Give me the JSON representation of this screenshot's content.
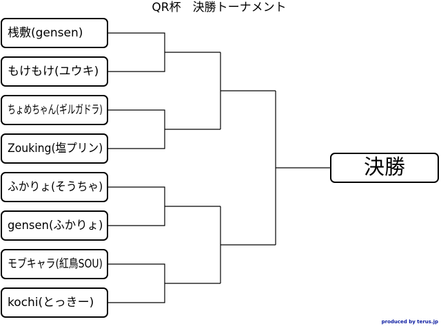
{
  "title": "QR杯　決勝トーナメント",
  "teams": [
    "桟敷(gensen)",
    "もけもけ(ユウキ)",
    "ちょめちゃん(ギルガドラ)",
    "Zouking(塩プリン)",
    "ふかりょ(そうちゃ)",
    "gensen(ふかりょ)",
    "モブキャラ(紅鳥SOU)",
    "kochi(とっきー)"
  ],
  "final_label": "決勝",
  "credit": "produced by terus.jp"
}
